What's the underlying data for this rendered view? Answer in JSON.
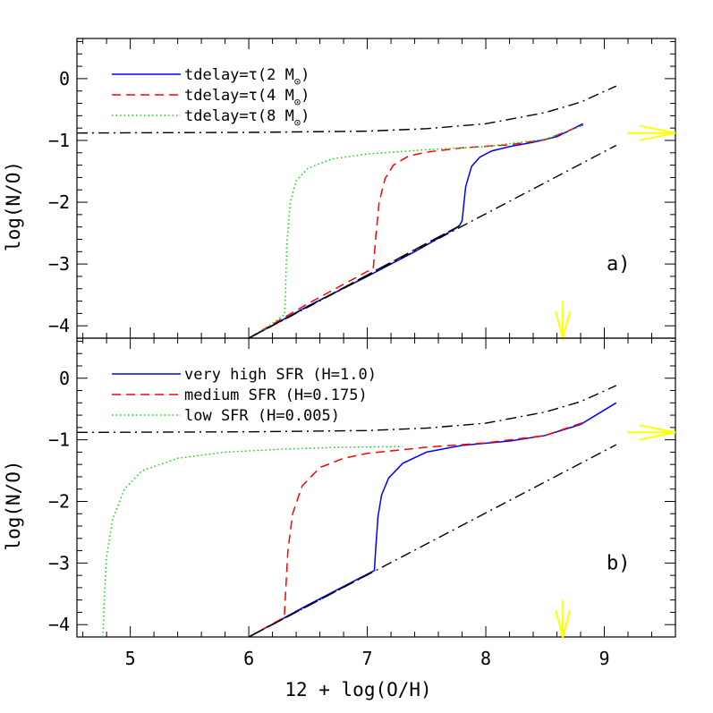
{
  "chart_data": {
    "type": "line",
    "xlabel": "12 + log(O/H)",
    "ylabel": "log(N/O)",
    "xlim": [
      4.55,
      9.6
    ],
    "x_ticks": [
      "5",
      "6",
      "7",
      "8",
      "9"
    ],
    "y_ticks": [
      "0",
      "−1",
      "−2",
      "−3",
      "−4"
    ],
    "y_tick_values": [
      0,
      -1,
      -2,
      -3,
      -4
    ],
    "x_tick_values": [
      5,
      6,
      7,
      8,
      9
    ],
    "colors": {
      "blue": "#0000ff",
      "red": "#ff0000",
      "green": "#00dd00",
      "black": "#000000",
      "yellow": "#ffff00"
    },
    "panels": [
      {
        "tag": "a)",
        "ylim": [
          -4.2,
          0.65
        ],
        "legend_position": "top-left",
        "series": [
          {
            "name": "tdelay=τ(2 M⊙)",
            "name_main": "tdelay=τ(2 M",
            "name_sub": "⊙",
            "name_tail": ")",
            "color": "blue",
            "dash": "solid",
            "in_legend": true,
            "x": [
              6.0,
              6.5,
              7.0,
              7.4,
              7.75,
              7.78,
              7.8,
              7.83,
              7.88,
              7.95,
              8.05,
              8.2,
              8.4,
              8.6,
              8.82
            ],
            "y": [
              -4.2,
              -3.68,
              -3.2,
              -2.8,
              -2.42,
              -2.37,
              -2.3,
              -1.75,
              -1.42,
              -1.27,
              -1.17,
              -1.1,
              -1.03,
              -0.94,
              -0.73
            ]
          },
          {
            "name": "tdelay=τ(4 M⊙)",
            "name_main": "tdelay=τ(4 M",
            "name_sub": "⊙",
            "name_tail": ")",
            "color": "red",
            "dash": "dashed",
            "in_legend": true,
            "x": [
              6.0,
              6.5,
              7.0,
              7.05,
              7.07,
              7.1,
              7.15,
              7.22,
              7.35,
              7.5,
              7.8,
              8.2,
              8.5,
              8.82
            ],
            "y": [
              -4.2,
              -3.64,
              -3.12,
              -3.08,
              -2.6,
              -2.0,
              -1.62,
              -1.4,
              -1.25,
              -1.19,
              -1.12,
              -1.07,
              -0.99,
              -0.75
            ]
          },
          {
            "name": "tdelay=τ(8 M⊙)",
            "name_main": "tdelay=τ(8 M",
            "name_sub": "⊙",
            "name_tail": ")",
            "color": "green",
            "dash": "dotted",
            "in_legend": true,
            "x": [
              6.0,
              6.2,
              6.3,
              6.31,
              6.32,
              6.35,
              6.4,
              6.5,
              6.7,
              7.0,
              7.5,
              8.0,
              8.5,
              8.82
            ],
            "y": [
              -4.2,
              -3.96,
              -3.82,
              -3.5,
              -2.7,
              -2.0,
              -1.65,
              -1.45,
              -1.3,
              -1.22,
              -1.15,
              -1.1,
              -0.98,
              -0.76
            ]
          },
          {
            "color": "black",
            "dash": "dashdot",
            "in_legend": false,
            "x": [
              4.55,
              6.0,
              7.0,
              7.5,
              8.0,
              8.5,
              8.8,
              9.1
            ],
            "y": [
              -0.88,
              -0.87,
              -0.85,
              -0.81,
              -0.73,
              -0.55,
              -0.38,
              -0.12
            ]
          },
          {
            "color": "black",
            "dash": "dashdot",
            "in_legend": false,
            "x": [
              6.0,
              9.1
            ],
            "y": [
              -4.2,
              -1.08
            ]
          },
          {
            "color": "black",
            "dash": "longdash",
            "in_legend": false,
            "x": [
              6.0,
              7.78
            ],
            "y": [
              -4.2,
              -2.38
            ]
          }
        ]
      },
      {
        "tag": "b)",
        "ylim": [
          -4.2,
          0.65
        ],
        "legend_position": "top-left",
        "series": [
          {
            "name": "very high SFR (H=1.0)",
            "color": "blue",
            "dash": "solid",
            "in_legend": true,
            "x": [
              6.0,
              6.5,
              7.0,
              7.06,
              7.07,
              7.09,
              7.12,
              7.18,
              7.3,
              7.5,
              7.8,
              8.2,
              8.5,
              8.8,
              9.1
            ],
            "y": [
              -4.2,
              -3.68,
              -3.18,
              -3.12,
              -2.8,
              -2.25,
              -1.9,
              -1.62,
              -1.38,
              -1.2,
              -1.09,
              -1.02,
              -0.93,
              -0.75,
              -0.4
            ]
          },
          {
            "name": "medium SFR (H=0.175)",
            "color": "red",
            "dash": "dashed",
            "in_legend": true,
            "x": [
              6.0,
              6.3,
              6.31,
              6.33,
              6.37,
              6.45,
              6.6,
              6.8,
              7.0,
              7.5,
              8.0,
              8.5,
              8.82
            ],
            "y": [
              -4.2,
              -3.88,
              -3.5,
              -2.8,
              -2.2,
              -1.75,
              -1.45,
              -1.3,
              -1.22,
              -1.12,
              -1.05,
              -0.93,
              -0.72
            ]
          },
          {
            "name": "low SFR (H=0.005)",
            "color": "green",
            "dash": "dotted",
            "in_legend": true,
            "x": [
              4.77,
              4.78,
              4.8,
              4.85,
              4.95,
              5.1,
              5.4,
              5.8,
              6.3,
              6.8,
              7.3
            ],
            "y": [
              -4.2,
              -3.6,
              -2.9,
              -2.3,
              -1.8,
              -1.5,
              -1.3,
              -1.2,
              -1.15,
              -1.12,
              -1.11
            ]
          },
          {
            "color": "black",
            "dash": "dashdot",
            "in_legend": false,
            "x": [
              4.55,
              6.0,
              7.0,
              7.5,
              8.0,
              8.5,
              8.8,
              9.1
            ],
            "y": [
              -0.88,
              -0.87,
              -0.85,
              -0.81,
              -0.73,
              -0.55,
              -0.38,
              -0.12
            ]
          },
          {
            "color": "black",
            "dash": "dashdot",
            "in_legend": false,
            "x": [
              6.0,
              9.1
            ],
            "y": [
              -4.2,
              -1.08
            ]
          },
          {
            "color": "black",
            "dash": "longdash",
            "in_legend": false,
            "x": [
              6.0,
              7.07
            ],
            "y": [
              -4.2,
              -3.12
            ]
          }
        ],
        "markers": []
      }
    ],
    "markers": {
      "down_arrow_x": 8.65,
      "down_arrow_y_top": -3.6,
      "down_arrow_y_bottom": -4.2,
      "right_arrow_y": -0.88,
      "right_arrow_x_start": 9.1,
      "right_arrow_x_end": 9.6
    }
  }
}
